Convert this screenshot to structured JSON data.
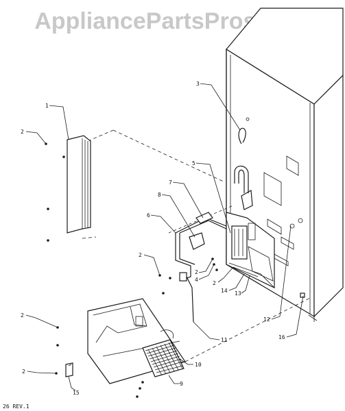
{
  "watermark": "AppliancePartsPros.com",
  "revision": "26 REV.1",
  "callouts": {
    "c1": "1",
    "c2a": "2",
    "c2b": "2",
    "c2c": "2",
    "c2d": "2",
    "c2e": "2",
    "c3": "3",
    "c4": "4",
    "c5": "5",
    "c6": "6",
    "c7": "7",
    "c8": "8",
    "c9": "9",
    "c10": "10",
    "c11": "11",
    "c12": "12",
    "c13": "13",
    "c14": "14",
    "c15": "15",
    "c16": "16"
  },
  "colors": {
    "line": "#1a1a1a",
    "watermark": "#c8c8c8"
  }
}
